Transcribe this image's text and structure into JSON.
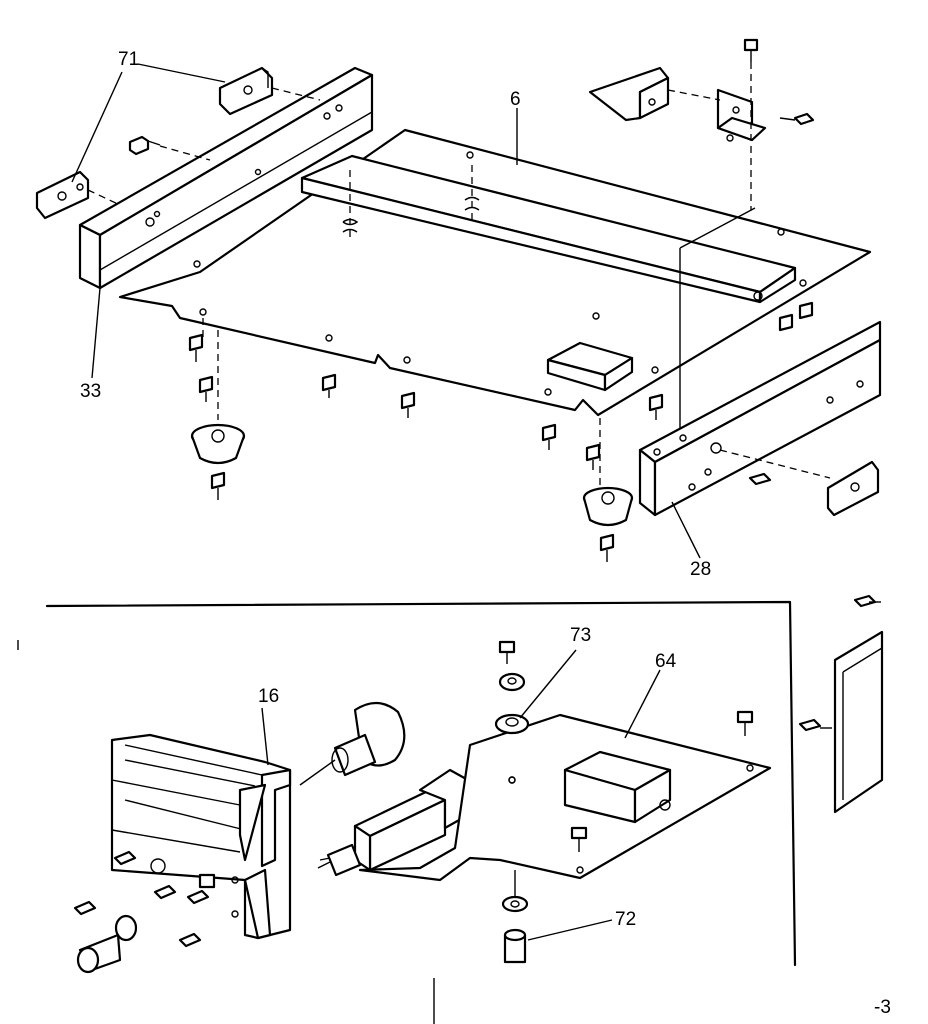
{
  "callouts": [
    {
      "id": "c71",
      "label": "71"
    },
    {
      "id": "c6",
      "label": "6"
    },
    {
      "id": "c33",
      "label": "33"
    },
    {
      "id": "c28",
      "label": "28"
    },
    {
      "id": "c16",
      "label": "16"
    },
    {
      "id": "c73",
      "label": "73"
    },
    {
      "id": "c64",
      "label": "64"
    },
    {
      "id": "c72",
      "label": "72"
    },
    {
      "id": "cpage",
      "label": "-3"
    }
  ]
}
